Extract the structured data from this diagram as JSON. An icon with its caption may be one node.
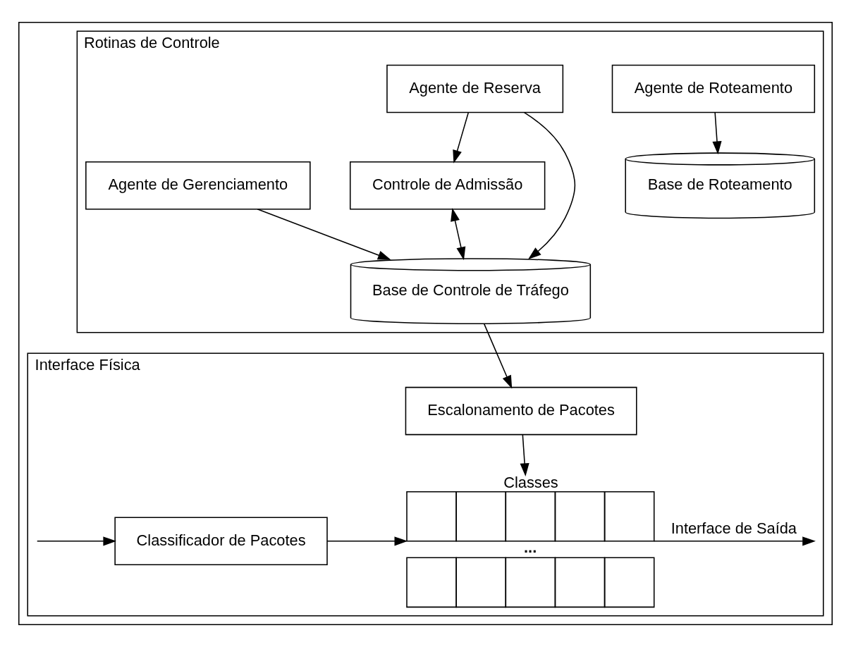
{
  "diagram": {
    "nodes": [
      {
        "text": [],
        "shape": "box"
      },
      {
        "text": [
          "Rotinas de Controle"
        ],
        "in": 0
      },
      {
        "text": [
          "Agente de Roteamento"
        ],
        "in": 1
      },
      {
        "text": [
          "Base de Roteamento"
        ],
        "in": 1
      },
      {
        "text": [
          "Agente de Reserva"
        ],
        "in": 1
      },
      {
        "text": [
          "Agente de Gerenciamento"
        ],
        "in": 1
      },
      {
        "text": [
          "Controle de Admissão"
        ],
        "in": 1
      },
      {
        "text": [
          "Base de Controle de Tráfego"
        ],
        "in": 1
      },
      {
        "text": [
          "Interface Física"
        ],
        "in": 0
      },
      {
        "text": [
          "Escalonamento de Pacotes"
        ],
        "in": 8
      },
      {
        "text": [
          "Classes",
          "..."
        ],
        "in": 8
      },
      {
        "text": [
          "Classificador de Pacotes"
        ],
        "in": 8
      }
    ],
    "edges": [
      {
        "from": 2,
        "to": 3,
        "arrow": "to"
      },
      {
        "from": 4,
        "to": 6,
        "arrow": "to"
      },
      {
        "from": 4,
        "to": 7,
        "arrow": "to"
      },
      {
        "from": 5,
        "to": 7,
        "arrow": "to"
      },
      {
        "from": 6,
        "to": 7,
        "arrow": "both"
      },
      {
        "from": 7,
        "to": 9,
        "arrow": "to"
      },
      {
        "from": 9,
        "to": 10,
        "arrow": "to"
      },
      {
        "from": null,
        "to": 11,
        "arrow": "to"
      },
      {
        "from": 11,
        "to": 10,
        "arrow": "to"
      },
      {
        "from": 10,
        "to": null,
        "arrow": "to",
        "label": "Interface de Saída"
      }
    ]
  }
}
